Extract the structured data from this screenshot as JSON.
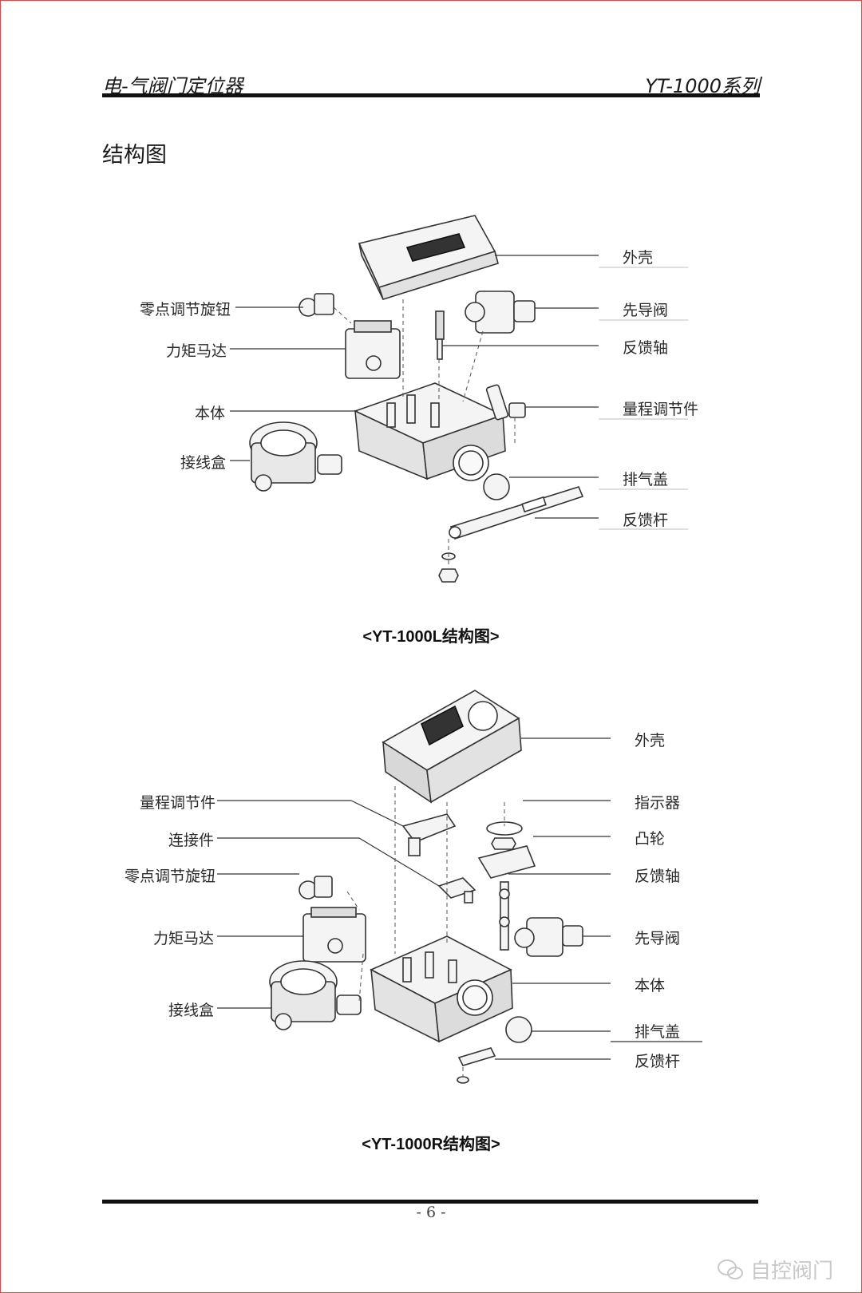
{
  "header": {
    "left": "电-气阀门定位器",
    "right": "YT-1000系列"
  },
  "section_title": "结构图",
  "figure1": {
    "caption": "<YT-1000L结构图>",
    "labels": {
      "housing": "外壳",
      "zero_knob": "零点调节旋钮",
      "pilot_valve": "先导阀",
      "torque_motor": "力矩马达",
      "feedback_shaft": "反馈轴",
      "body": "本体",
      "span_adjuster": "量程调节件",
      "junction_box": "接线盒",
      "exhaust_cover": "排气盖",
      "feedback_lever": "反馈杆"
    }
  },
  "figure2": {
    "caption": "<YT-1000R结构图>",
    "labels": {
      "housing": "外壳",
      "span_adjuster": "量程调节件",
      "indicator": "指示器",
      "connector": "连接件",
      "cam": "凸轮",
      "zero_knob": "零点调节旋钮",
      "feedback_shaft": "反馈轴",
      "torque_motor": "力矩马达",
      "pilot_valve": "先导阀",
      "body": "本体",
      "junction_box": "接线盒",
      "exhaust_cover": "排气盖",
      "feedback_lever": "反馈杆"
    }
  },
  "page_number": "- 6 -",
  "watermark": "自控阀门",
  "colors": {
    "frame": "#e64545",
    "rule": "#111111",
    "watermark": "#c9c9c9"
  }
}
